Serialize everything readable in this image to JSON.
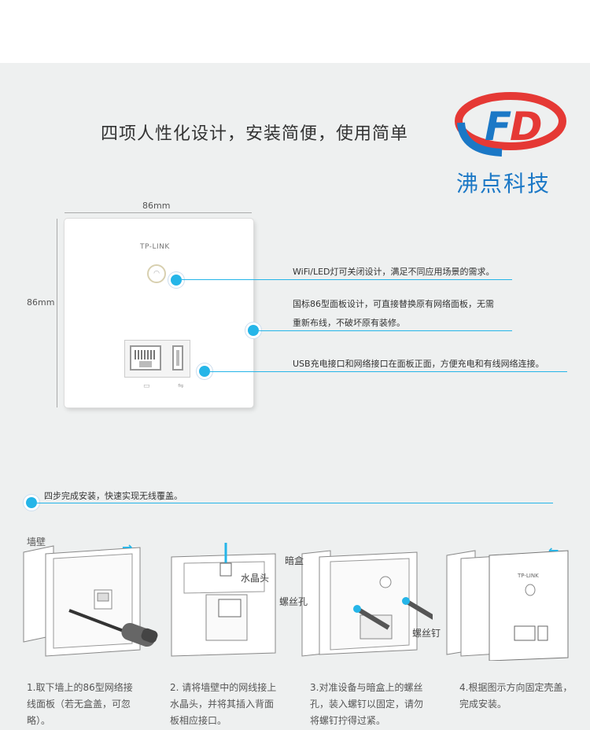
{
  "headline": "四项人性化设计，安装简便，使用简单",
  "logo": {
    "letters": "FD",
    "name": "沸点科技",
    "red": "#e53935",
    "blue": "#1b78c6"
  },
  "dimensions": {
    "width": "86mm",
    "height": "86mm"
  },
  "device": {
    "brand": "TP-LINK"
  },
  "features": [
    "WiFi/LED灯可关闭设计，满足不同应用场景的需求。",
    "国标86型面板设计，可直接替换原有网络面板，无需",
    "重新布线，不破坏原有装修。",
    "USB充电接口和网络接口在面板正面，方便充电和有线网络连接。"
  ],
  "steps_intro": "四步完成安装，快速实现无线覆盖。",
  "labels": {
    "wall": "墙壁",
    "crystal_head": "水晶头",
    "dark_box": "暗盒",
    "screw_hole": "螺丝孔",
    "screw": "螺丝钉"
  },
  "steps": [
    {
      "line1": "1.取下墙上的86型网络接",
      "line2": "线面板（若无盒盖，可忽",
      "line3": "略）。"
    },
    {
      "line1": "2. 请将墙壁中的网线接上",
      "line2": "水晶头，并将其插入背面",
      "line3": "板相应接口。"
    },
    {
      "line1": "3.对准设备与暗盒上的螺丝",
      "line2": "孔，装入螺钉以固定，请勿",
      "line3": "将螺钉拧得过紧。"
    },
    {
      "line1": "4.根据图示方向固定壳盖，",
      "line2": "完成安装。",
      "line3": ""
    }
  ],
  "accent": "#25b5e8"
}
